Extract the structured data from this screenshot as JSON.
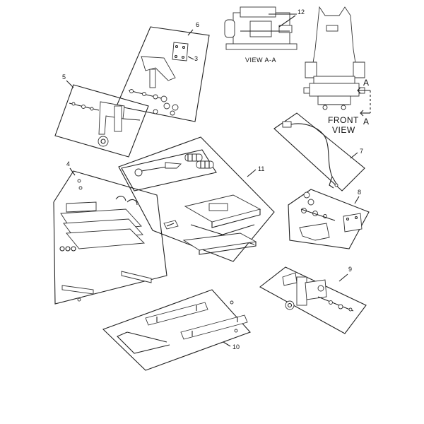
{
  "labels": {
    "l3": "3",
    "l4": "4",
    "l5": "5",
    "l6": "6",
    "l7": "7",
    "l8": "8",
    "l9": "9",
    "l10": "10",
    "l11": "11",
    "l12": "12"
  },
  "captions": {
    "view_aa": "VIEW A-A",
    "front_view_line1": "FRONT",
    "front_view_line2": "VIEW",
    "section_a_top": "A",
    "section_a_bottom": "A"
  },
  "colors": {
    "line": "#222222",
    "background": "#ffffff",
    "panel": "#ffffff"
  }
}
